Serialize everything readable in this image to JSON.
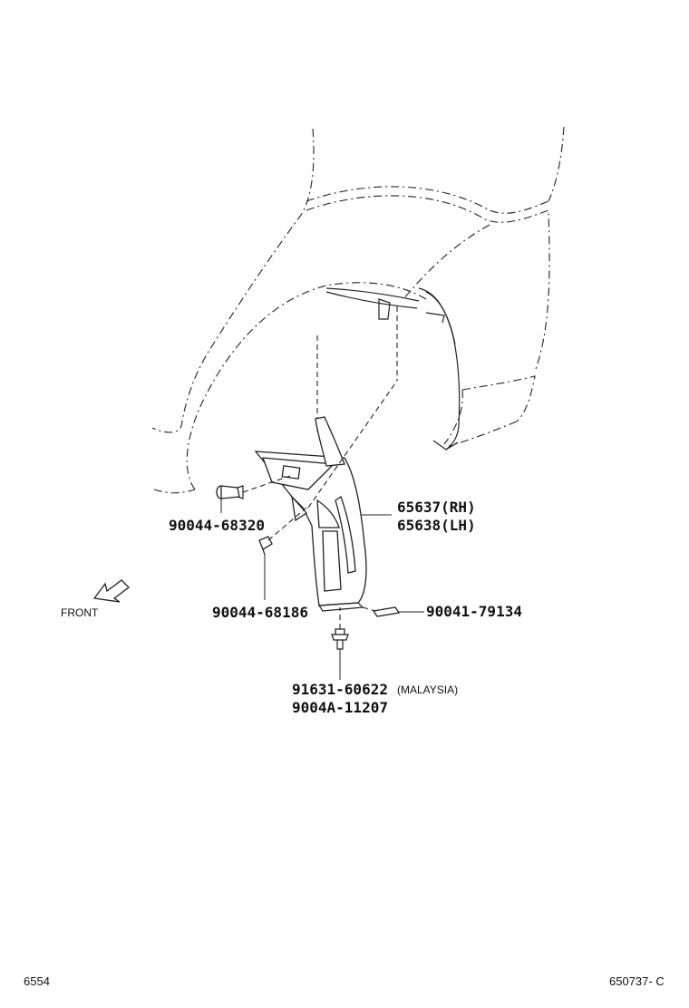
{
  "diagram": {
    "parts": {
      "liner_rh": "65637(RH)",
      "liner_lh": "65638(LH)",
      "clip_upper": "90044-68320",
      "clip_side": "90044-68186",
      "clip_flat": "90041-79134",
      "bolt_malaysia": "91631-60622",
      "bolt_malaysia_note": "(MALAYSIA)",
      "bolt_std": "9004A-11207"
    },
    "front_label": "FRONT",
    "footer": {
      "left_code": "6554",
      "right_code": "650737- C"
    }
  }
}
